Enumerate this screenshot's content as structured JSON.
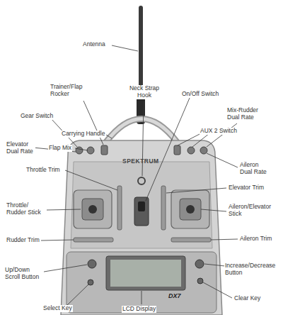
{
  "diagram": {
    "labels": [
      "Antenna",
      "Neck Strap Hook",
      "Trainer/Flap Rocker",
      "On/Off Switch",
      "Gear Switch",
      "Carrying Handle",
      "Mix-Rudder Dual Rate",
      "Flap Mix",
      "AUX 2 Switch",
      "Elevator Dual Rate",
      "Aileron Dual Rate",
      "Throttle Trim",
      "Elevator Trim",
      "Throttle/ Rudder Stick",
      "Aileron/Elevator Stick",
      "Rudder Trim",
      "Aileron Trim",
      "Up/Down Scroll Button",
      "Increase/Decrease Button",
      "Clear Key",
      "Select Key",
      "LCD Display",
      "SPEKTRUM",
      "DX7"
    ]
  }
}
